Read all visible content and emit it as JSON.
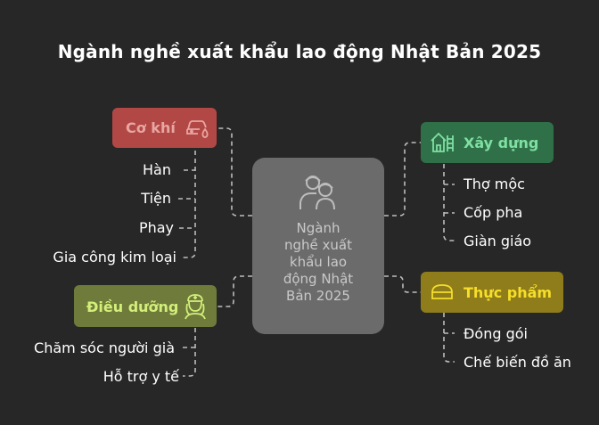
{
  "title": "Ngành nghề xuất khẩu lao động Nhật Bản 2025",
  "center": {
    "lines": [
      "Ngành",
      "nghề xuất",
      "khẩu lao",
      "động Nhật",
      "Bản 2025"
    ],
    "icon": "workers-icon"
  },
  "branches": {
    "mechanical": {
      "label": "Cơ khí",
      "icon": "car-wrench-icon",
      "color": "#b24845",
      "items": [
        "Hàn",
        "Tiện",
        "Phay",
        "Gia công kim loại"
      ]
    },
    "construction": {
      "label": "Xây dựng",
      "icon": "building-icon",
      "color": "#2f7048",
      "items": [
        "Thợ mộc",
        "Cốp pha",
        "Giàn giáo"
      ]
    },
    "nursing": {
      "label": "Điều dưỡng",
      "icon": "nurse-icon",
      "color": "#6e7b3a",
      "items": [
        "Chăm sóc người già",
        "Hỗ trợ y tế"
      ]
    },
    "food": {
      "label": "Thực phẩm",
      "icon": "bread-icon",
      "color": "#8e7d1a",
      "items": [
        "Đóng gói",
        "Chế biến đồ ăn"
      ]
    }
  }
}
